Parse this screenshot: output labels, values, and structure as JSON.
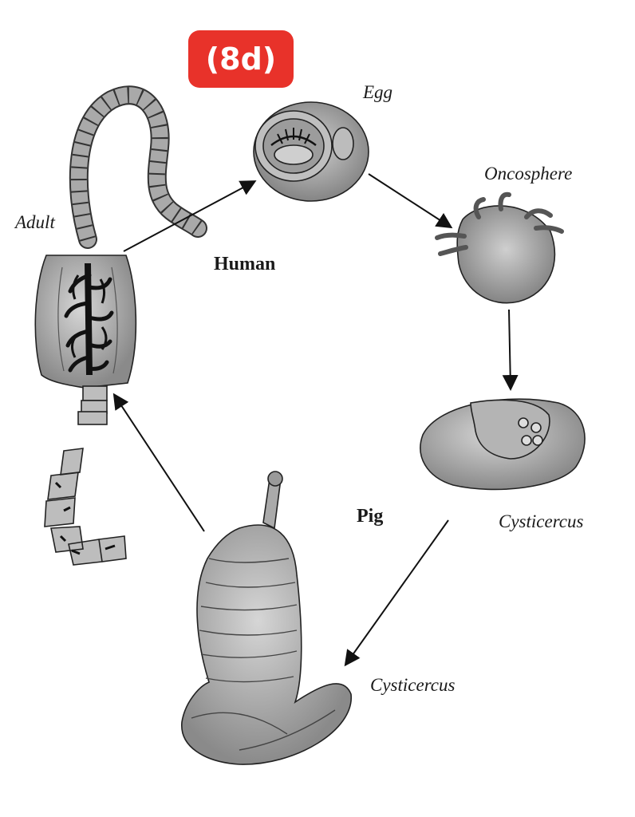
{
  "badge": {
    "text": "(8d)",
    "color": "#e8322a"
  },
  "labels": {
    "egg": "Egg",
    "oncosphere": "Oncosphere",
    "adult": "Adult",
    "human": "Human",
    "pig": "Pig",
    "cysticercus_1": "Cysticercus",
    "cysticercus_2": "Cysticercus"
  }
}
